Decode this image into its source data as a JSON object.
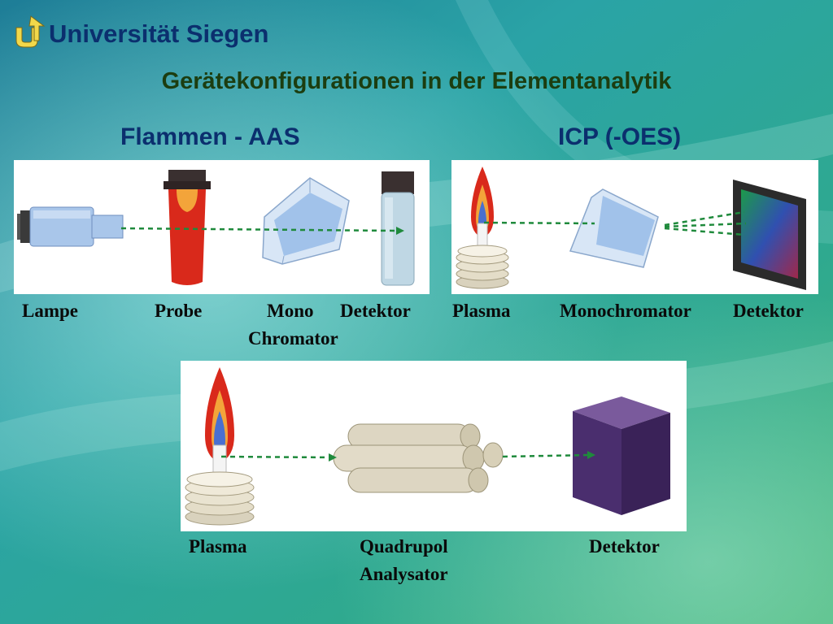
{
  "header": {
    "logo_icon": "university-u-arrow-logo",
    "university_name": "Universität Siegen",
    "slide_title": "Gerätekonfigurationen in der Elementanalytik"
  },
  "sections": {
    "aas": {
      "title": "Flammen - AAS"
    },
    "icp": {
      "title": "ICP (-OES)"
    }
  },
  "labels": {
    "aas": {
      "lamp": "Lampe",
      "sample": "Probe",
      "mono_line1": "Mono",
      "mono_line2": "Chromator",
      "detector": "Detektor"
    },
    "icp": {
      "plasma": "Plasma",
      "monochromator": "Monochromator",
      "detector": "Detektor"
    },
    "ms": {
      "plasma": "Plasma",
      "quad_line1": "Quadrupol",
      "quad_line2": "Analysator",
      "detector": "Detektor"
    }
  },
  "colors": {
    "title_blue": "#0b2f6e",
    "title_green": "#1c3d10",
    "beam_green": "#1f8a3c",
    "flame_red": "#d9291b",
    "detector_purple": "#4a2e6e"
  }
}
